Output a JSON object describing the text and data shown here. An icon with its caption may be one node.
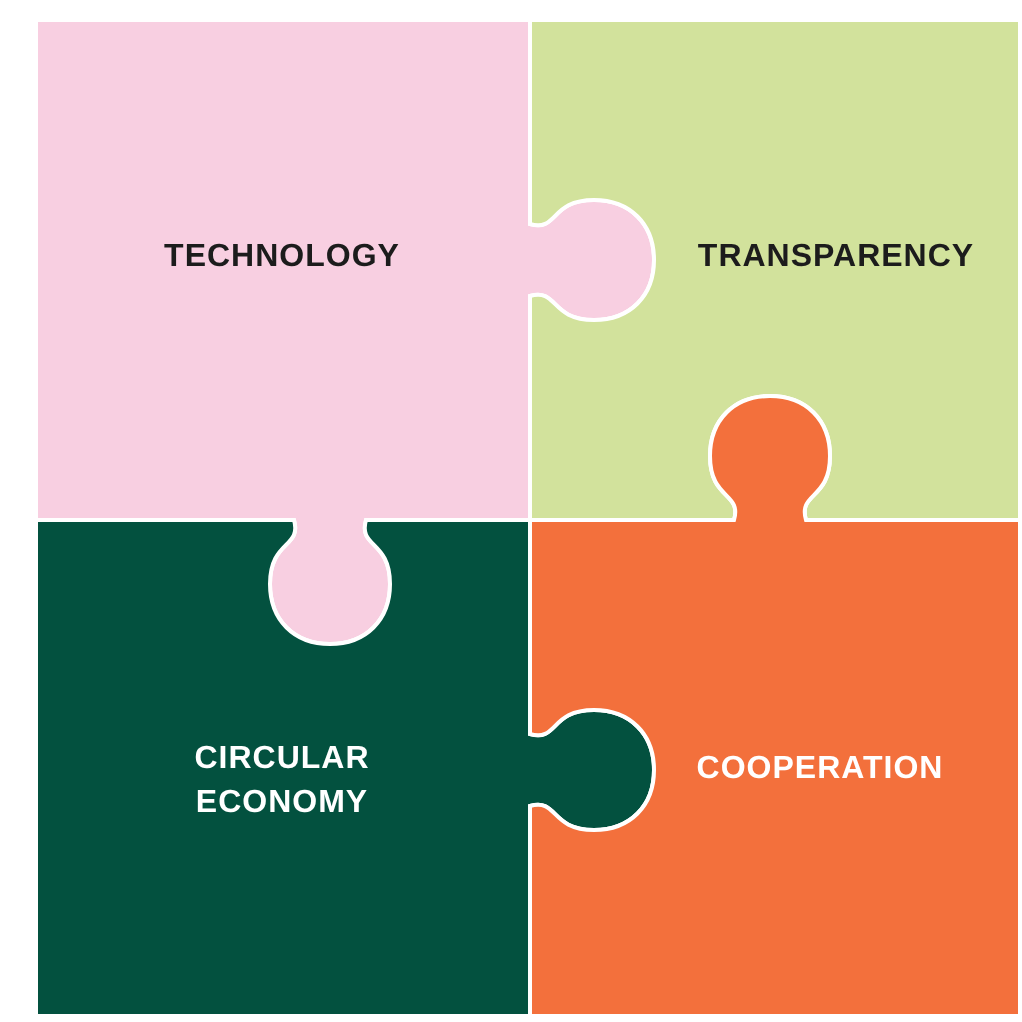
{
  "diagram": {
    "nodes": [
      {
        "text": [
          "TECHNOLOGY"
        ]
      },
      {
        "text": [
          "TRANSPARENCY"
        ]
      },
      {
        "text": [
          "CIRCULAR ECONOMY"
        ]
      },
      {
        "text": [
          "COOPERATION"
        ]
      }
    ]
  }
}
